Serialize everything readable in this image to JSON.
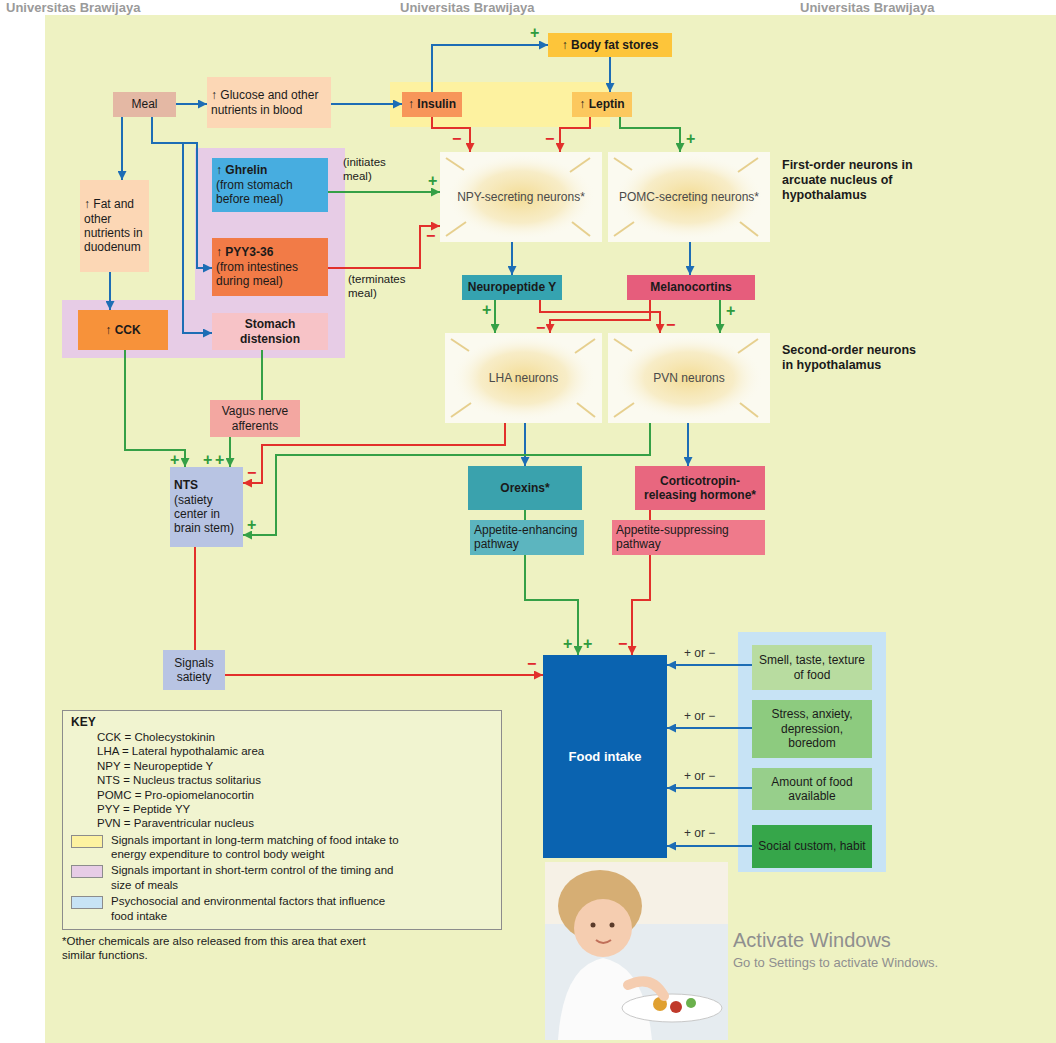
{
  "diagram": {
    "nodes": [
      {
        "text": [
          "Meal"
        ]
      },
      {
        "text": [
          "↑ Glucose and other nutrients in blood"
        ]
      },
      {
        "text": [
          "↑ Body fat stores"
        ]
      },
      {
        "text": [
          "↑ Insulin"
        ]
      },
      {
        "text": [
          "↑ Leptin"
        ]
      },
      {
        "text": [
          "↑ Ghrelin",
          "(from stomach before meal)"
        ]
      },
      {
        "text": [
          "↑ PYY3-36",
          "(from intestines during meal)"
        ]
      },
      {
        "text": [
          "↑ Fat and other nutrients in duodenum"
        ]
      },
      {
        "text": [
          "↑ CCK"
        ]
      },
      {
        "text": [
          "Stomach distension"
        ]
      },
      {
        "text": [
          "Vagus nerve afferents"
        ]
      },
      {
        "text": [
          "NTS",
          "(satiety center in brain stem)"
        ]
      },
      {
        "text": [
          "NPY-secreting neurons*"
        ]
      },
      {
        "text": [
          "POMC-secreting neurons*"
        ]
      },
      {
        "text": [
          "Neuropeptide Y"
        ]
      },
      {
        "text": [
          "Melanocortins"
        ]
      },
      {
        "text": [
          "LHA neurons"
        ]
      },
      {
        "text": [
          "PVN neurons"
        ]
      },
      {
        "text": [
          "Orexins*"
        ]
      },
      {
        "text": [
          "Corticotropin-releasing hormone*"
        ]
      },
      {
        "text": [
          "Appetite-enhancing pathway"
        ]
      },
      {
        "text": [
          "Appetite-suppressing pathway"
        ]
      },
      {
        "text": [
          "Signals satiety"
        ]
      },
      {
        "text": [
          "Food intake"
        ]
      },
      {
        "text": [
          "Smell, taste, texture of food"
        ]
      },
      {
        "text": [
          "Stress, anxiety, depression, boredom"
        ]
      },
      {
        "text": [
          "Amount of food available"
        ]
      },
      {
        "text": [
          "Social custom, habit"
        ]
      }
    ],
    "edges": [
      {
        "from": 0,
        "to": 1,
        "arrow": "to"
      },
      {
        "from": 0,
        "to": 7,
        "arrow": "to"
      },
      {
        "from": 0,
        "to": 6,
        "arrow": "to"
      },
      {
        "from": 0,
        "to": 9,
        "arrow": "to"
      },
      {
        "from": 1,
        "to": 3,
        "arrow": "to"
      },
      {
        "from": 3,
        "to": 2,
        "arrow": "to"
      },
      {
        "from": 2,
        "to": 4,
        "arrow": "to"
      },
      {
        "from": 3,
        "to": 12,
        "arrow": "to"
      },
      {
        "from": 4,
        "to": 12,
        "arrow": "to"
      },
      {
        "from": 4,
        "to": 13,
        "arrow": "to"
      },
      {
        "from": 5,
        "to": 12,
        "arrow": "to"
      },
      {
        "from": 6,
        "to": 12,
        "arrow": "to"
      },
      {
        "from": 7,
        "to": 8,
        "arrow": "to"
      },
      {
        "from": 8,
        "to": 11,
        "arrow": "to"
      },
      {
        "from": 9,
        "to": 10,
        "arrow": "none"
      },
      {
        "from": 10,
        "to": 11,
        "arrow": "to"
      },
      {
        "from": 12,
        "to": 14,
        "arrow": "to"
      },
      {
        "from": 13,
        "to": 15,
        "arrow": "to"
      },
      {
        "from": 14,
        "to": 16,
        "arrow": "to"
      },
      {
        "from": 14,
        "to": 17,
        "arrow": "to"
      },
      {
        "from": 15,
        "to": 16,
        "arrow": "to"
      },
      {
        "from": 15,
        "to": 17,
        "arrow": "to"
      },
      {
        "from": 16,
        "to": 18,
        "arrow": "to"
      },
      {
        "from": 17,
        "to": 19,
        "arrow": "to"
      },
      {
        "from": 16,
        "to": 11,
        "arrow": "to"
      },
      {
        "from": 17,
        "to": 11,
        "arrow": "to"
      },
      {
        "from": 18,
        "to": 20,
        "arrow": "none"
      },
      {
        "from": 19,
        "to": 21,
        "arrow": "none"
      },
      {
        "from": 20,
        "to": 23,
        "arrow": "to"
      },
      {
        "from": 21,
        "to": 23,
        "arrow": "to"
      },
      {
        "from": 11,
        "to": 22,
        "arrow": "none"
      },
      {
        "from": 22,
        "to": 23,
        "arrow": "to"
      },
      {
        "from": 24,
        "to": 23,
        "arrow": "to"
      },
      {
        "from": 25,
        "to": 23,
        "arrow": "to"
      },
      {
        "from": 26,
        "to": 23,
        "arrow": "to"
      },
      {
        "from": 27,
        "to": 23,
        "arrow": "to"
      }
    ],
    "labels": [
      "Universitas Brawijaya",
      "Universitas Brawijaya",
      "Universitas Brawijaya",
      "(initiates meal)",
      "(terminates meal)",
      "First-order neurons in arcuate nucleus of hypothalamus",
      "Second-order neurons in hypothalamus",
      "KEY",
      "CCK = Cholecystokinin",
      "LHA = Lateral hypothalamic area",
      "NPY = Neuropeptide Y",
      "NTS = Nucleus tractus solitarius",
      "POMC = Pro-opiomelanocortin",
      "PYY = Peptide YY",
      "PVN = Paraventricular nucleus",
      "*Other chemicals are also released from this area that exert similar functions.",
      "+",
      "−",
      "−",
      "+",
      "+",
      "−",
      "+",
      "−",
      "−",
      "+",
      "+",
      "+",
      "+",
      "−",
      "+",
      "+",
      "+",
      "−",
      "−",
      "+ or −",
      "+ or −",
      "+ or −",
      "+ or −",
      "Activate Windows",
      "Go to Settings to activate Windows."
    ],
    "legend": [
      {
        "text": "Signals important in long-term matching of food intake to energy expenditure to control body weight",
        "color": "#fdf2a0"
      },
      {
        "text": "Signals important in short-term control of the timing and size of meals",
        "color": "#e7cce6"
      },
      {
        "text": "Psychosocial and environmental factors that influence food intake",
        "color": "#c7e3f5"
      }
    ]
  }
}
